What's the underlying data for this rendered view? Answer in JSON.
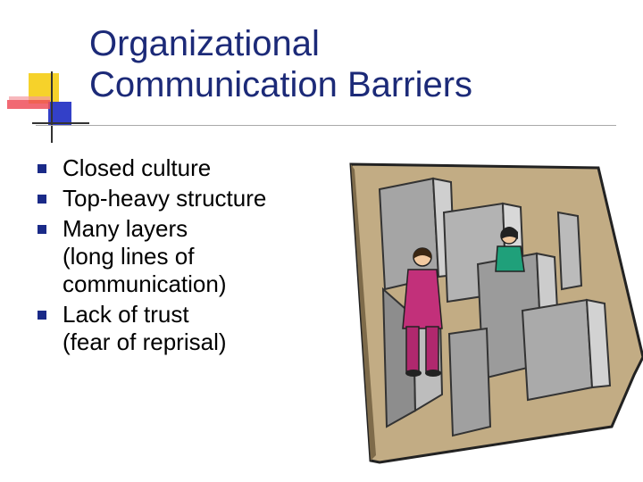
{
  "slide": {
    "title_line1": "Organizational",
    "title_line2": "Communication Barriers",
    "bullets": [
      {
        "text": "Closed culture",
        "sub": [
          "",
          ""
        ]
      },
      {
        "text": "Top-heavy structure",
        "sub": [
          "",
          ""
        ]
      },
      {
        "text": "Many layers",
        "sub": [
          "(long lines of",
          "communication)"
        ]
      },
      {
        "text": "Lack of trust",
        "sub": [
          "(fear of reprisal)",
          ""
        ]
      }
    ],
    "clipart_icon": "maze-with-people-icon",
    "logo_icon": "color-blocks-logo-icon"
  },
  "colors": {
    "title": "#1c2a78",
    "bullet_marker": "#1a2a88",
    "logo_yellow": "#f6d22a",
    "logo_red": "#ee4f5a",
    "logo_blue": "#3340c8"
  }
}
